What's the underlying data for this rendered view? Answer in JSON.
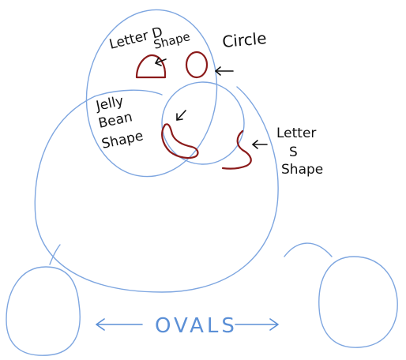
{
  "colors": {
    "guide_blue": "#7ea6e0",
    "feature_red": "#8b1a1a",
    "ink": "#111111",
    "ovals_blue": "#5b8fd6"
  },
  "labels": {
    "letter_d_line1": "Letter D",
    "letter_d_line2": "Shape",
    "circle": "Circle",
    "jelly_line1": "Jelly",
    "jelly_line2": "Bean",
    "jelly_line3": "Shape",
    "letter_s_line1": "Letter",
    "letter_s_line2": "S",
    "letter_s_line3": "Shape",
    "ovals": "OVALS"
  },
  "icons": {
    "arrow": "arrow-icon",
    "double_arrow": "double-arrow-icon"
  }
}
